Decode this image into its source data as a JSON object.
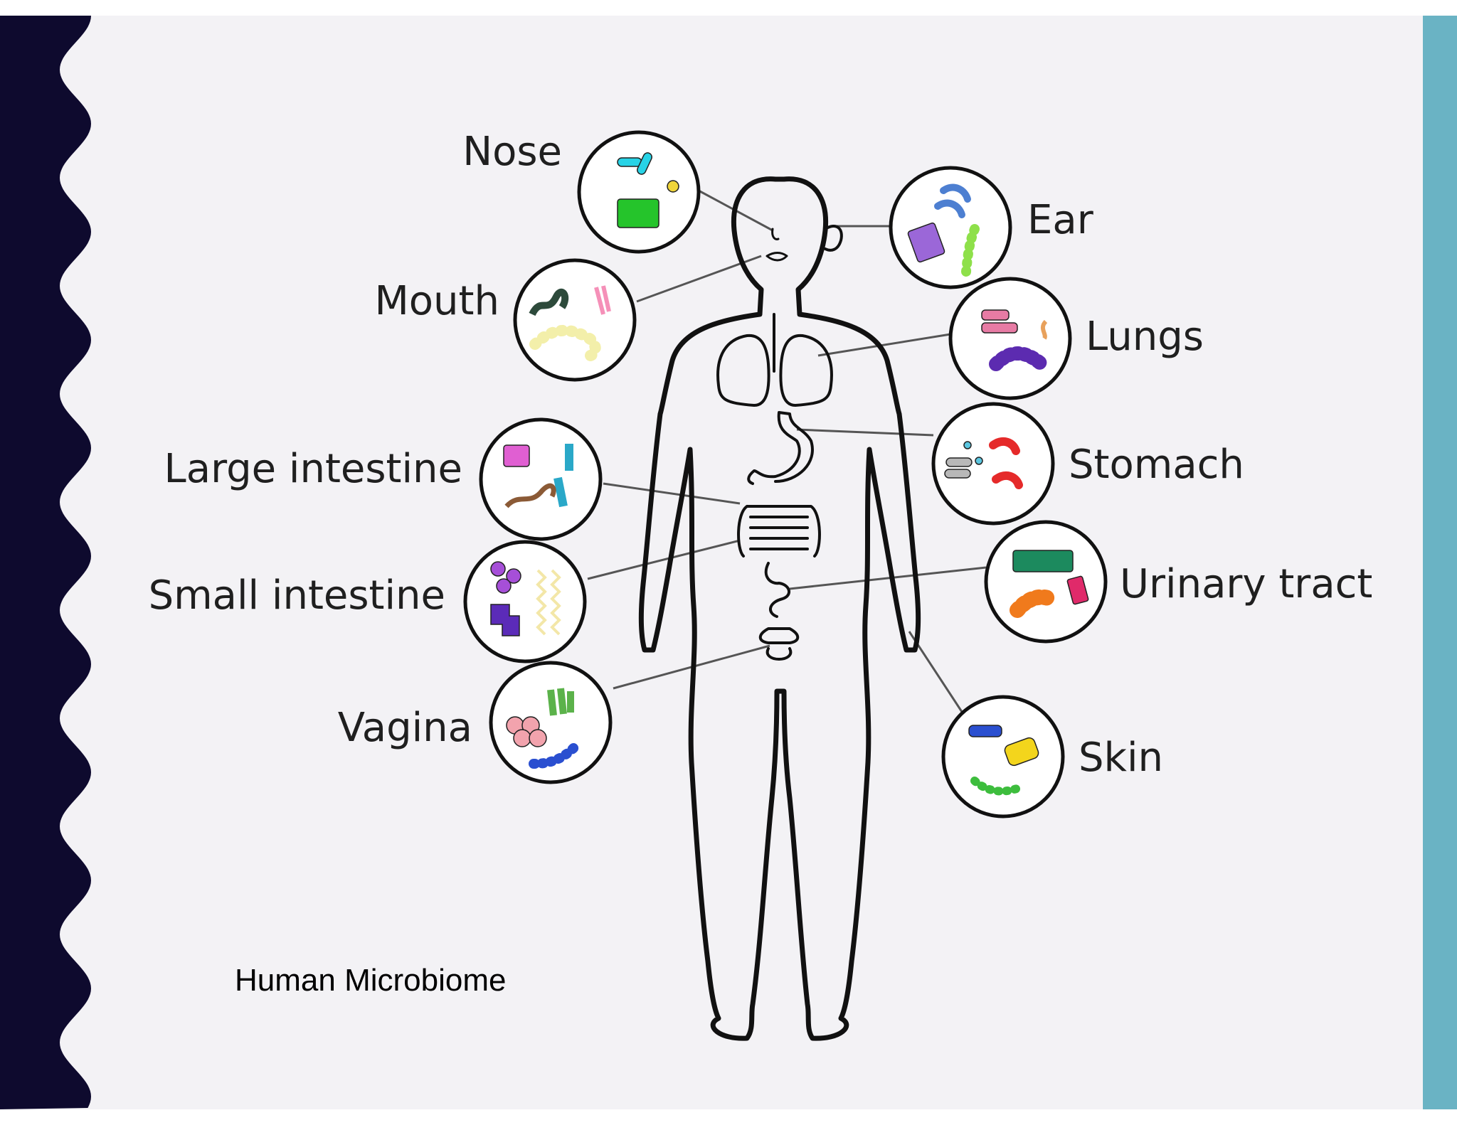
{
  "colors": {
    "page_background": "#ffffff",
    "slide_background": "#f3f2f5",
    "left_band": "#0e0a2e",
    "right_band": "#6ab3c4",
    "outline": "#111111",
    "connector": "#555555"
  },
  "sites": {
    "nose": {
      "label": "Nose",
      "microbe_colors": [
        "#27d3e6",
        "#25c42b",
        "#f0d53a"
      ]
    },
    "mouth": {
      "label": "Mouth",
      "microbe_colors": [
        "#2d4a3b",
        "#f590b8",
        "#f3efaa"
      ]
    },
    "large_intestine": {
      "label": "Large intestine",
      "microbe_colors": [
        "#e05fd2",
        "#2aa8c8",
        "#8b5a36"
      ]
    },
    "small_intestine": {
      "label": "Small intestine",
      "microbe_colors": [
        "#a64fd8",
        "#5b2bb8",
        "#f3e7a8"
      ]
    },
    "vagina": {
      "label": "Vagina",
      "microbe_colors": [
        "#f2a3ad",
        "#5bb24a",
        "#2a4fd0"
      ]
    },
    "ear": {
      "label": "Ear",
      "microbe_colors": [
        "#4d7fd1",
        "#9b67d8",
        "#8ee04a"
      ]
    },
    "lungs": {
      "label": "Lungs",
      "microbe_colors": [
        "#e77ba4",
        "#e8a15c",
        "#5c2bb0"
      ]
    },
    "stomach": {
      "label": "Stomach",
      "microbe_colors": [
        "#e52a2a",
        "#b8b8b8",
        "#5bc6e0"
      ]
    },
    "urinary_tract": {
      "label": "Urinary tract",
      "microbe_colors": [
        "#1c8a5e",
        "#f07a1c",
        "#e02a6a"
      ]
    },
    "skin": {
      "label": "Skin",
      "microbe_colors": [
        "#2a4fd0",
        "#f3d51c",
        "#3dbd3d"
      ]
    }
  },
  "caption": "Human Microbiome"
}
